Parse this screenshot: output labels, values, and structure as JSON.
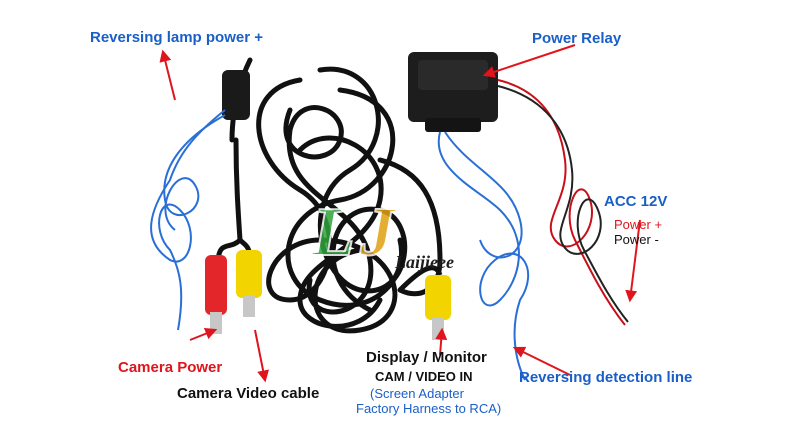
{
  "labels": {
    "reversing_lamp": "Reversing lamp power +",
    "power_relay": "Power Relay",
    "acc": "ACC 12V",
    "power_plus": "Power +",
    "power_minus": "Power -",
    "camera_power": "Camera Power",
    "camera_video": "Camera Video cable",
    "display_monitor": "Display / Monitor",
    "cam_video_in": "CAM / VIDEO IN",
    "screen_adapter": "(Screen Adapter",
    "factory_harness": "Factory Harness to RCA)",
    "reversing_detection": "Reversing detection line"
  },
  "watermark": {
    "initials": "LJ",
    "brand": "Laijieee"
  },
  "colors": {
    "label_blue": "#1a5fc8",
    "label_red": "#e0141c",
    "arrow_red": "#e0141c",
    "wire_blue": "#2a6fd6",
    "cable_black": "#111111",
    "rca_yellow": "#f2d400",
    "rca_red": "#e2262a",
    "watermark_green": "#2da33a"
  }
}
